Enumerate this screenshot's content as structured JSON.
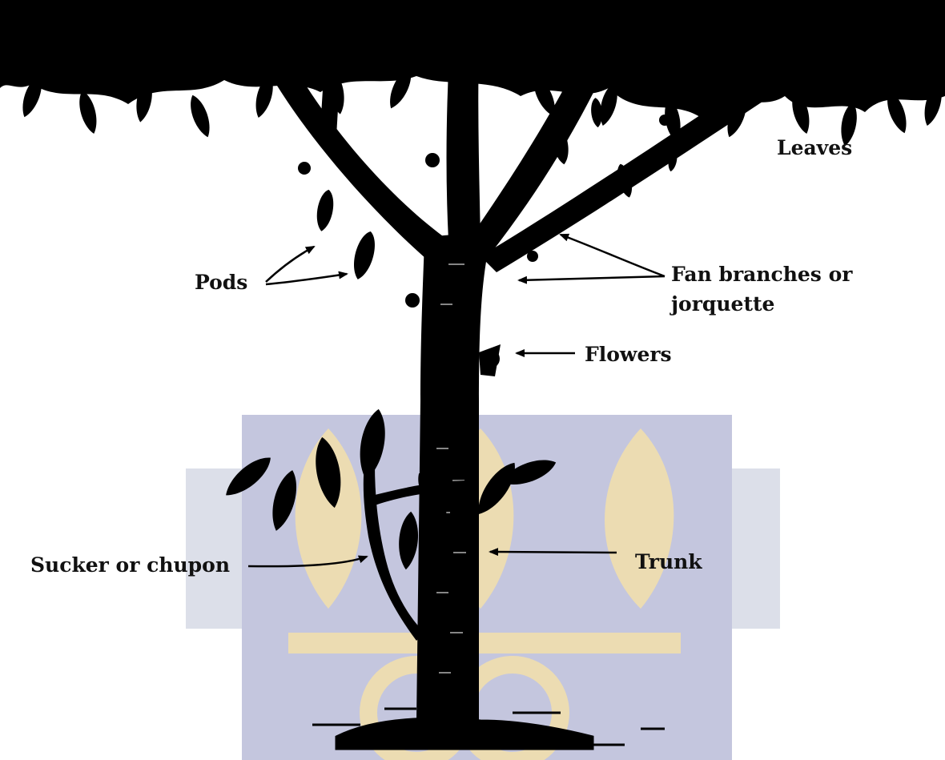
{
  "labels": {
    "leaves": "Leaves",
    "pods": "Pods",
    "fan_branches_line1": "Fan branches or",
    "fan_branches_line2": "jorquette",
    "flowers": "Flowers",
    "sucker": "Sucker or chupon",
    "trunk": "Trunk"
  },
  "colors": {
    "ink": "#000000",
    "watermark_blue": "#c4c6de",
    "watermark_gold": "#ecdcb2",
    "background": "#ffffff"
  },
  "watermark": {
    "description_icon": "university-crest-watermark"
  }
}
